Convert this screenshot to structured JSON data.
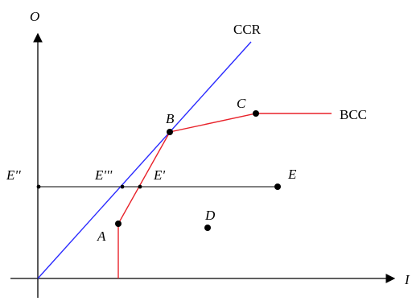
{
  "axes": {
    "y_label": "O",
    "x_label": "I"
  },
  "frontiers": {
    "crs_label": "CCR",
    "vrs_label": "BCC",
    "crs_color": "#2b2bff",
    "vrs_color": "#e8222a"
  },
  "points": {
    "a": "A",
    "b": "B",
    "c": "C",
    "d": "D",
    "e": "E",
    "e_prime": "E'",
    "e_double_prime": "E''",
    "e_triple_prime": "E'''"
  }
}
